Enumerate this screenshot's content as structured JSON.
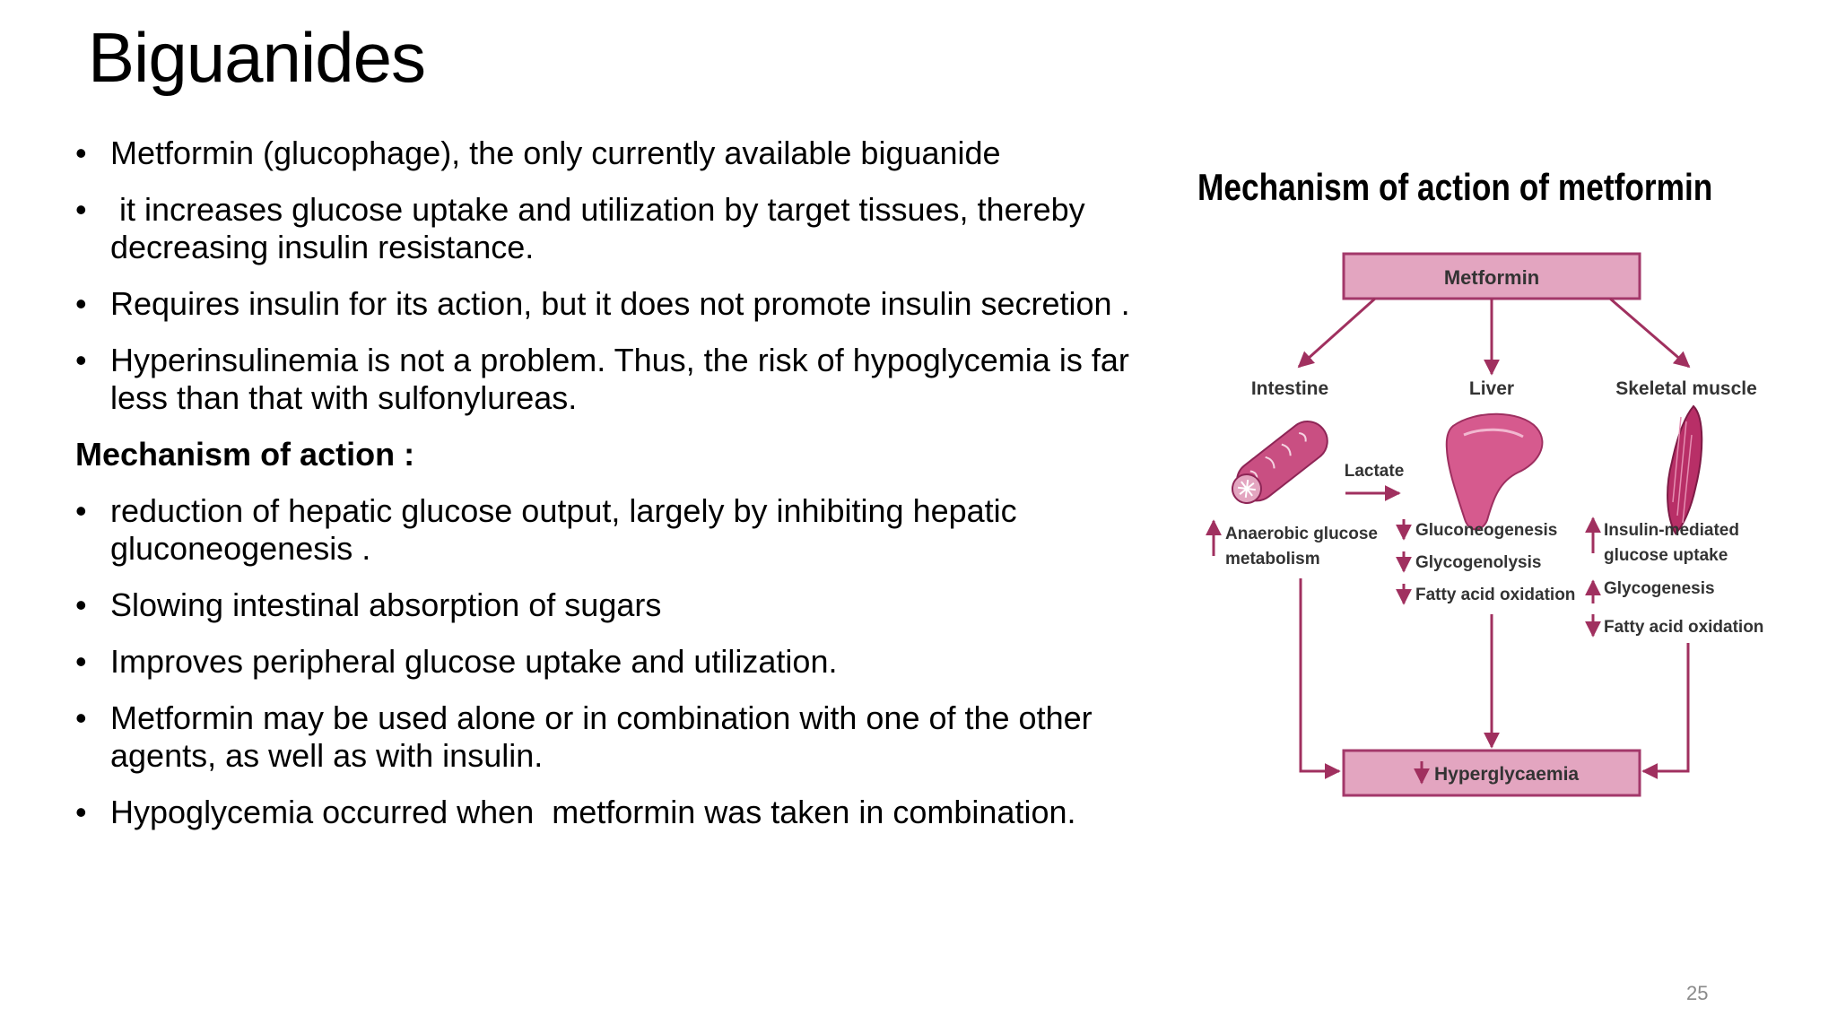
{
  "slide": {
    "title": "Biguanides",
    "page_number": "25",
    "bullet_marker": "•"
  },
  "content": {
    "bullets_top": [
      "Metformin (glucophage), the only currently available biguanide",
      " it increases glucose uptake and utilization by target tissues, thereby decreasing insulin resistance.",
      "Requires insulin for its action, but it does not promote insulin secretion .",
      "Hyperinsulinemia is not a problem. Thus, the risk of hypoglycemia is far less than that with sulfonylureas."
    ],
    "section_heading": "Mechanism of action :",
    "bullets_bottom": [
      "reduction of hepatic glucose output, largely by inhibiting hepatic gluconeogenesis .",
      "Slowing intestinal absorption of sugars",
      "Improves peripheral glucose uptake and utilization.",
      "Metformin may be used alone or in combination with one of the other agents, as well as with insulin.",
      "Hypoglycemia occurred when  metformin was taken in combination."
    ]
  },
  "diagram": {
    "title": "Mechanism of action of metformin",
    "top_box": "Metformin",
    "organs": {
      "intestine": "Intestine",
      "liver": "Liver",
      "muscle": "Skeletal muscle"
    },
    "lactate": "Lactate",
    "intestine_effects": [
      "Anaerobic glucose",
      "metabolism"
    ],
    "liver_effects": [
      "Gluconeogenesis",
      "Glycogenolysis",
      "Fatty acid oxidation"
    ],
    "muscle_effects": [
      "Insulin-mediated",
      "glucose uptake",
      "Glycogenesis",
      "Fatty acid oxidation"
    ],
    "bottom_box": "Hyperglycaemia",
    "colors": {
      "box_fill": "#e3a5c0",
      "box_border": "#a3386a",
      "arrow": "#a0305f",
      "organ": "#c94f82",
      "text": "#333333"
    }
  }
}
